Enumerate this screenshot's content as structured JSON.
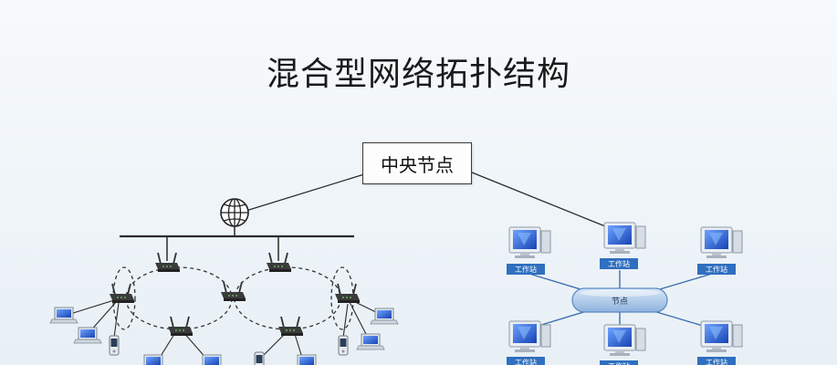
{
  "title": "混合型网络拓扑结构",
  "central_node_label": "中央节点",
  "star_hub_label": "节点",
  "workstation_label": "工作站",
  "icons": {
    "globe": "globe-icon",
    "router": "wireless-router-icon",
    "workstation": "monitor-icon",
    "laptop": "laptop-icon",
    "phone": "mobile-phone-icon"
  },
  "colors": {
    "line": "#2b2b2b",
    "star_link": "#3d6fb0",
    "hub_fill": "#a9c6ea",
    "label_bg": "#2f6fbf",
    "screen": "#1f58c7"
  }
}
